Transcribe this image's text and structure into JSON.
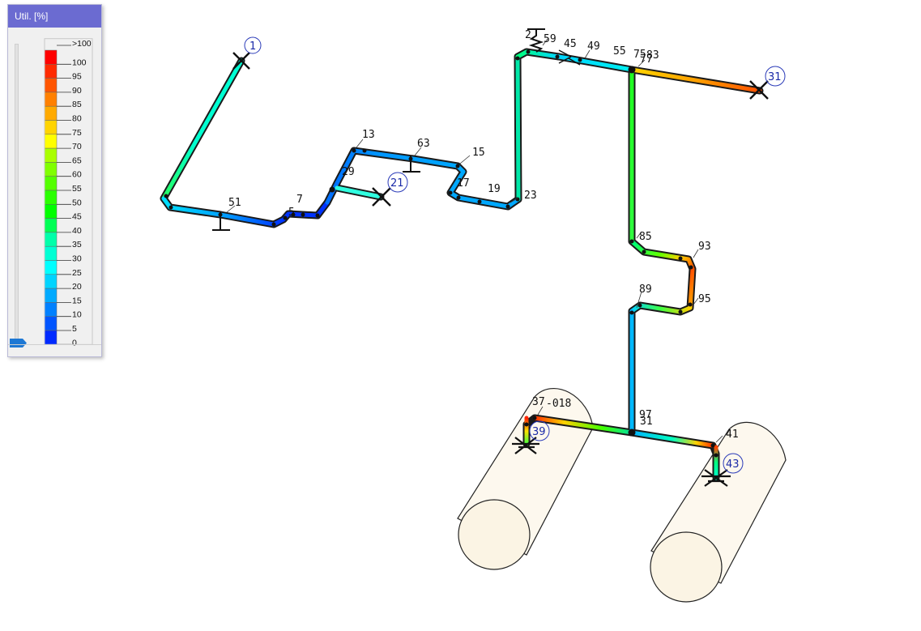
{
  "legend": {
    "title": "Util. [%]",
    "ticks": [
      ">100",
      "100",
      "95",
      "90",
      "85",
      "80",
      "75",
      "70",
      "65",
      "60",
      "55",
      "50",
      "45",
      "40",
      "35",
      "30",
      "25",
      "20",
      "15",
      "10",
      "5",
      "0"
    ],
    "colors": [
      "#ff0000",
      "#ff2a00",
      "#ff5500",
      "#ff8000",
      "#ffaa00",
      "#ffd400",
      "#ffff00",
      "#aaff00",
      "#80ff00",
      "#55ff00",
      "#2aff00",
      "#00ff00",
      "#00ff55",
      "#00ffaa",
      "#00ffd4",
      "#00ffff",
      "#00d4ff",
      "#00aaff",
      "#0080ff",
      "#0055ff",
      "#002aff"
    ]
  },
  "node_labels": {
    "n51": "51",
    "n7": "7",
    "n5": "5",
    "n13": "13",
    "n63": "63",
    "n15": "15",
    "n17": "17",
    "n19": "19",
    "n23": "23",
    "n2": "2",
    "n59": "59",
    "n45": "45",
    "n49": "49",
    "n55": "55",
    "n75": "75",
    "n77": "77",
    "n83": "83",
    "n85": "85",
    "n93": "93",
    "n89": "89",
    "n95": "95",
    "n37": "37",
    "n018": "-018",
    "n97": "97",
    "n41": "41",
    "n29": "29",
    "n31b": "31"
  },
  "support_labels": {
    "s1": "1",
    "s21": "21",
    "s31": "31",
    "s39": "39",
    "s43": "43"
  }
}
